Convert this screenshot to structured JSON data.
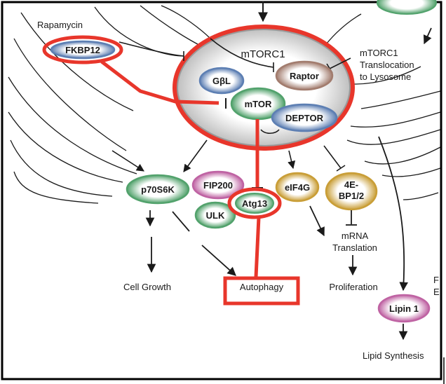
{
  "colors": {
    "frame": "#000000",
    "highlight": "#e8362b",
    "arrow": "#1a1a1a",
    "complex_fill": "#d8d8d8",
    "blue_node": "#5d7fb3",
    "brown_node": "#a27c6e",
    "green_node": "#52a26c",
    "pink_node": "#bf63a3",
    "gold_node": "#c99e37"
  },
  "complex": {
    "label": "mTORC1"
  },
  "nodes": {
    "gbl": "GβL",
    "raptor": "Raptor",
    "mtor": "mTOR",
    "deptor": "DEPTOR",
    "fkbp12": "FKBP12",
    "p70s6k": "p70S6K",
    "fip200": "FIP200",
    "ulk": "ULK",
    "atg13": "Atg13",
    "eif4g": "eIF4G",
    "bp_line1": "4E-",
    "bp_line2": "BP1/2",
    "lipin": "Lipin 1"
  },
  "labels": {
    "rapamycin": "Rapamycin",
    "translocation_line1": "mTORC1",
    "translocation_line2": "Translocation",
    "translocation_line3": "to Lysosome",
    "mrna_line1": "mRNA",
    "mrna_line2": "Translation",
    "cell_growth": "Cell Growth",
    "autophagy": "Autophagy",
    "proliferation": "Proliferation",
    "lipid_synthesis": "Lipid Synthesis",
    "edge_fragment_1": "F",
    "edge_fragment_2": "E"
  }
}
